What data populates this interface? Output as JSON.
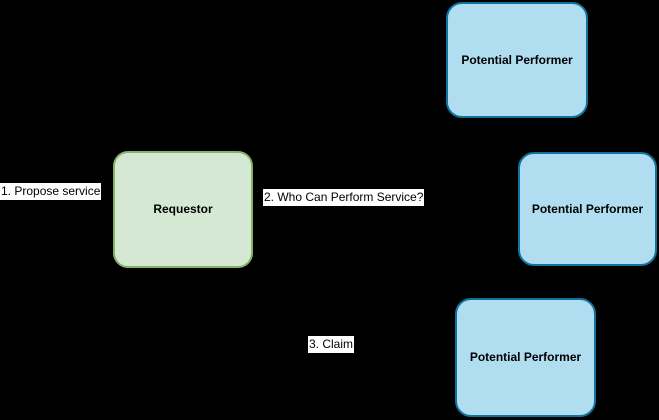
{
  "background_color": "#000000",
  "diagram": {
    "nodes": [
      {
        "id": "requestor",
        "label": "Requestor",
        "fill": "#d5e8d4",
        "stroke": "#82b366"
      },
      {
        "id": "performer-top",
        "label": "Potential Performer",
        "fill": "#b1ddf0",
        "stroke": "#10739e"
      },
      {
        "id": "performer-middle",
        "label": "Potential Performer",
        "fill": "#b1ddf0",
        "stroke": "#10739e"
      },
      {
        "id": "performer-bottom",
        "label": "Potential Performer",
        "fill": "#b1ddf0",
        "stroke": "#10739e"
      }
    ],
    "edge_labels": [
      {
        "id": "label-1",
        "text": "1. Propose service"
      },
      {
        "id": "label-2",
        "text": "2. Who Can Perform Service?"
      },
      {
        "id": "label-3",
        "text": "3. Claim"
      }
    ]
  }
}
